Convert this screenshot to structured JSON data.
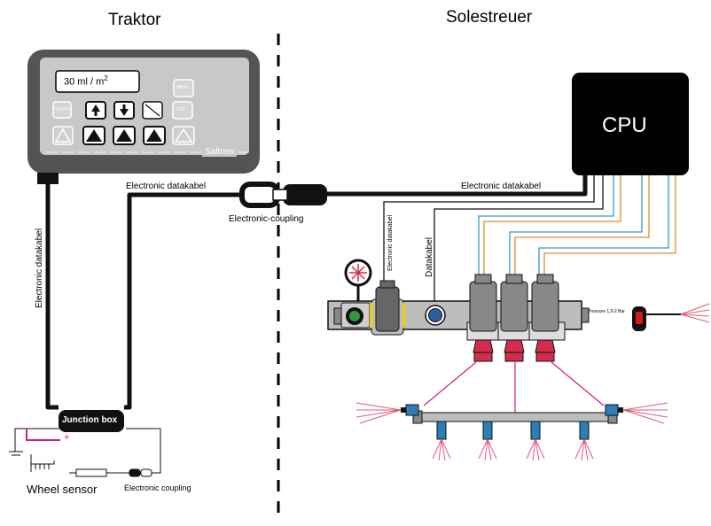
{
  "titles": {
    "left": "Traktor",
    "right": "Solestreuer"
  },
  "console": {
    "display_value": "30 ml / m",
    "display_superscript": "2",
    "menu_label": "MENU",
    "esc_label": "ESC",
    "onoff_label": "ON/OFF",
    "brand": "Saltnex"
  },
  "cpu": {
    "label": "CPU"
  },
  "labels": {
    "datakabel_left_top": "Electronic datakabel",
    "datakabel_right_top": "Electronic datakabel",
    "datakabel_vertical_left": "Electronic datakabel",
    "datakabel_vertical_mid": "Electronic datakabel",
    "datakabel_vertical_short": "Datakabel",
    "coupling": "Electronic-coupling",
    "junction_box": "Junction box",
    "wheel_sensor": "Wheel sensor",
    "electronic_coupling_small": "Electronic coupling",
    "pressure": "Pressure 1,5-2 Bar",
    "battery_plus": "+",
    "battery_minus": "-"
  },
  "colors": {
    "console_body": "#545454",
    "console_panel": "#c8c8c8",
    "cable_black": "#111111",
    "wire_blue": "#3399cc",
    "wire_orange": "#e8892b",
    "nozzle_blue": "#2a7fb8",
    "spray_pink": "#e05a7a",
    "indicator_red": "#d41b1b",
    "manifold_gray": "#bdbdbd"
  }
}
